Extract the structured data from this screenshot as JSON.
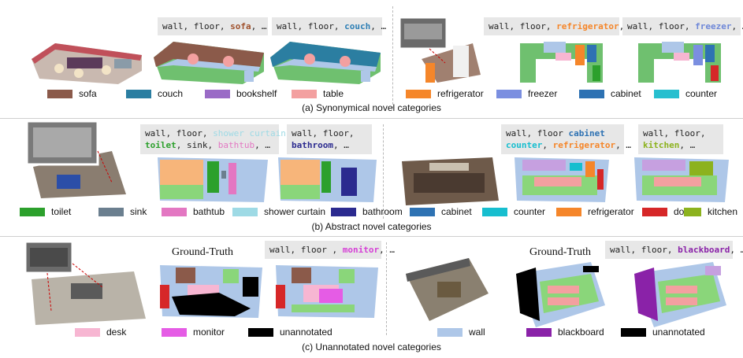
{
  "row_a": {
    "caption": "(a) Synonymical novel categories",
    "prompt1": {
      "prefix": "wall, floor,",
      "keyword": "sofa",
      "suffix": ", …",
      "keyword_color": "#a0522d"
    },
    "prompt2": {
      "prefix": "wall, floor,",
      "keyword": "couch",
      "suffix": ", …",
      "keyword_color": "#2e7fb5"
    },
    "prompt3": {
      "prefix": "wall, floor,",
      "keyword": "refrigerator",
      "suffix": ", …",
      "keyword_color": "#f5862a"
    },
    "prompt4": {
      "prefix": "wall, floor,",
      "keyword": "freezer",
      "suffix": ", …",
      "keyword_color": "#6f88d8"
    },
    "legend": [
      {
        "label": "sofa",
        "color": "#8b5a4a"
      },
      {
        "label": "couch",
        "color": "#2b7ea1"
      },
      {
        "label": "bookshelf",
        "color": "#9a6bc6"
      },
      {
        "label": "table",
        "color": "#f3a0a0"
      },
      {
        "label": "refrigerator",
        "color": "#f5862a"
      },
      {
        "label": "freezer",
        "color": "#7b8fe0"
      },
      {
        "label": "cabinet",
        "color": "#2e72b3"
      },
      {
        "label": "counter",
        "color": "#27bfcf"
      }
    ]
  },
  "row_b": {
    "caption": "(b) Abstract novel categories",
    "prompt1": {
      "line1_prefix": "wall, floor,",
      "shower_curtain": "shower curtain",
      "comma": ",",
      "toilet": "toilet",
      "sink": "sink",
      "bathtub": "bathtub",
      "suffix": ", …"
    },
    "prompt2": {
      "line1": "wall, floor,",
      "keyword": "bathroom",
      "suffix": ", …"
    },
    "prompt3": {
      "line1_prefix": "wall, floor",
      "cabinet": "cabinet",
      "counter": "counter",
      "refrigerator": "refrigerator",
      "suffix": ", …"
    },
    "prompt4": {
      "line1": "wall, floor,",
      "keyword": "kitchen",
      "suffix": ", …"
    },
    "legend": [
      {
        "label": "toilet",
        "color": "#2ca02c"
      },
      {
        "label": "sink",
        "color": "#6b7f8f"
      },
      {
        "label": "bathtub",
        "color": "#e377c2"
      },
      {
        "label": "shower curtain",
        "color": "#9edae5"
      },
      {
        "label": "bathroom",
        "color": "#2b2a8f"
      },
      {
        "label": "cabinet",
        "color": "#2e72b3"
      },
      {
        "label": "counter",
        "color": "#17becf"
      },
      {
        "label": "refrigerator",
        "color": "#f5862a"
      },
      {
        "label": "door",
        "color": "#d62728"
      },
      {
        "label": "kitchen",
        "color": "#8cb21e"
      }
    ]
  },
  "row_c": {
    "caption": "(c) Unannotated novel categories",
    "gt_left": "Ground-Truth",
    "gt_right": "Ground-Truth",
    "prompt1": {
      "prefix": "wall, floor ,",
      "keyword": "monitor",
      "suffix": ", …",
      "keyword_color": "#d63fd6"
    },
    "prompt2": {
      "prefix": "wall, floor,",
      "keyword": "blackboard",
      "suffix": ", …",
      "keyword_color": "#8a22a8"
    },
    "legend": [
      {
        "label": "desk",
        "color": "#f7b6d2"
      },
      {
        "label": "monitor",
        "color": "#e55ce5"
      },
      {
        "label": "unannotated",
        "color": "#000000"
      },
      {
        "label": "wall",
        "color": "#aec7e8"
      },
      {
        "label": "blackboard",
        "color": "#8a22a8"
      },
      {
        "label": "unannotated",
        "color": "#000000"
      }
    ]
  }
}
